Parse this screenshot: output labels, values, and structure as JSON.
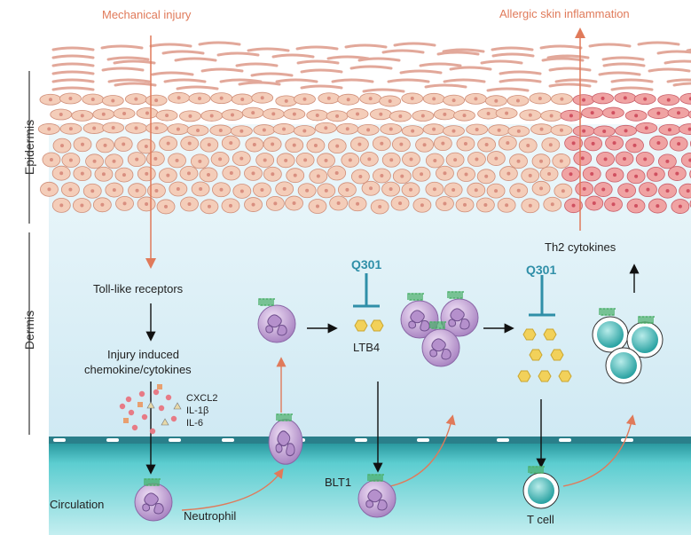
{
  "labels": {
    "mechanical_injury": "Mechanical injury",
    "allergic": "Allergic skin inflammation",
    "epidermis": "Epidermis",
    "dermis": "Dermis",
    "tlr": "Toll-like receptors",
    "injury1": "Injury induced",
    "injury2": "chemokine/cytokines",
    "cxcl2": "CXCL2",
    "il1b": "IL-1β",
    "il6": "IL-6",
    "q301_a": "Q301",
    "q301_b": "Q301",
    "ltb4": "LTB4",
    "th2": "Th2 cytokines",
    "circulation": "Circulation",
    "neutrophil": "Neutrophil",
    "blt1": "BLT1",
    "tcell": "T cell"
  },
  "colors": {
    "accent_orange": "#e07a5a",
    "inhibitor_teal": "#2f8fa8",
    "neutrophil_purple": "#c9a6d9",
    "tcell_teal": "#3fb8b6",
    "ltb4_yellow": "#f2d15a",
    "receptor_green": "#4caf6a",
    "skin_cell": "#f1c3ae",
    "dermis_bg": "#dcf0f7",
    "vessel_teal": "#2fb4b8"
  },
  "icons": [
    "neutrophil-cell-icon",
    "t-cell-icon",
    "ltb4-molecule-icon",
    "inhibition-icon",
    "receptor-icon"
  ]
}
